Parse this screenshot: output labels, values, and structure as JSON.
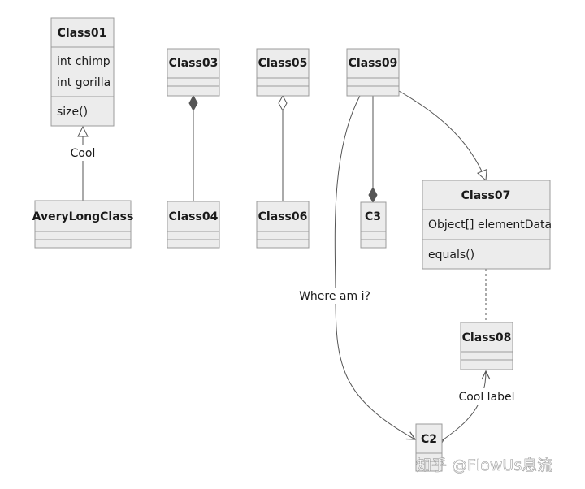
{
  "classes": {
    "class01": {
      "name": "Class01",
      "attributes": [
        "int chimp",
        "int gorilla"
      ],
      "methods": [
        "size()"
      ]
    },
    "averylongclass": {
      "name": "AveryLongClass"
    },
    "class03": {
      "name": "Class03"
    },
    "class04": {
      "name": "Class04"
    },
    "class05": {
      "name": "Class05"
    },
    "class06": {
      "name": "Class06"
    },
    "class09": {
      "name": "Class09"
    },
    "c3": {
      "name": "C3"
    },
    "class07": {
      "name": "Class07",
      "attributes": [
        "Object[] elementData"
      ],
      "methods": [
        "equals()"
      ]
    },
    "class08": {
      "name": "Class08"
    },
    "c2": {
      "name": "C2"
    }
  },
  "relations": {
    "inheritance_label": "Cool",
    "class09_c2_label": "Where am i?",
    "class08_c2_label": "Cool label"
  },
  "watermark": "知乎 @FlowUs息流",
  "colors": {
    "class_fill": "#ececec",
    "class_border": "#9b9b9b",
    "edge": "#555555",
    "marker": "#555555"
  }
}
